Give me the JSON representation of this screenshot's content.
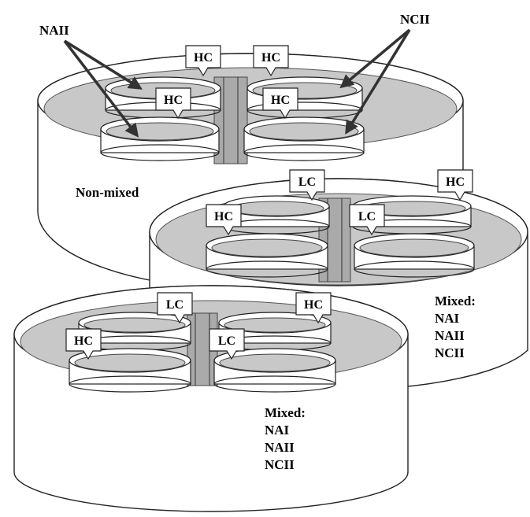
{
  "callouts": {
    "naii": "NAII",
    "ncii": "NCII"
  },
  "containers": [
    {
      "name": "non-mixed",
      "title": "Non-mixed",
      "detail": [],
      "signs": [
        "HC",
        "HC",
        "HC",
        "HC"
      ]
    },
    {
      "name": "mixed-right",
      "title": "Mixed:",
      "detail": [
        "NAI",
        "NAII",
        "NCII"
      ],
      "signs": [
        "LC",
        "HC",
        "HC",
        "LC"
      ]
    },
    {
      "name": "mixed-left",
      "title": "Mixed:",
      "detail": [
        "NAI",
        "NAII",
        "NCII"
      ],
      "signs": [
        "LC",
        "HC",
        "HC",
        "LC"
      ]
    }
  ],
  "colors": {
    "water": "#c8c8c8",
    "wall": "#ffffff",
    "stroke": "#222222"
  }
}
